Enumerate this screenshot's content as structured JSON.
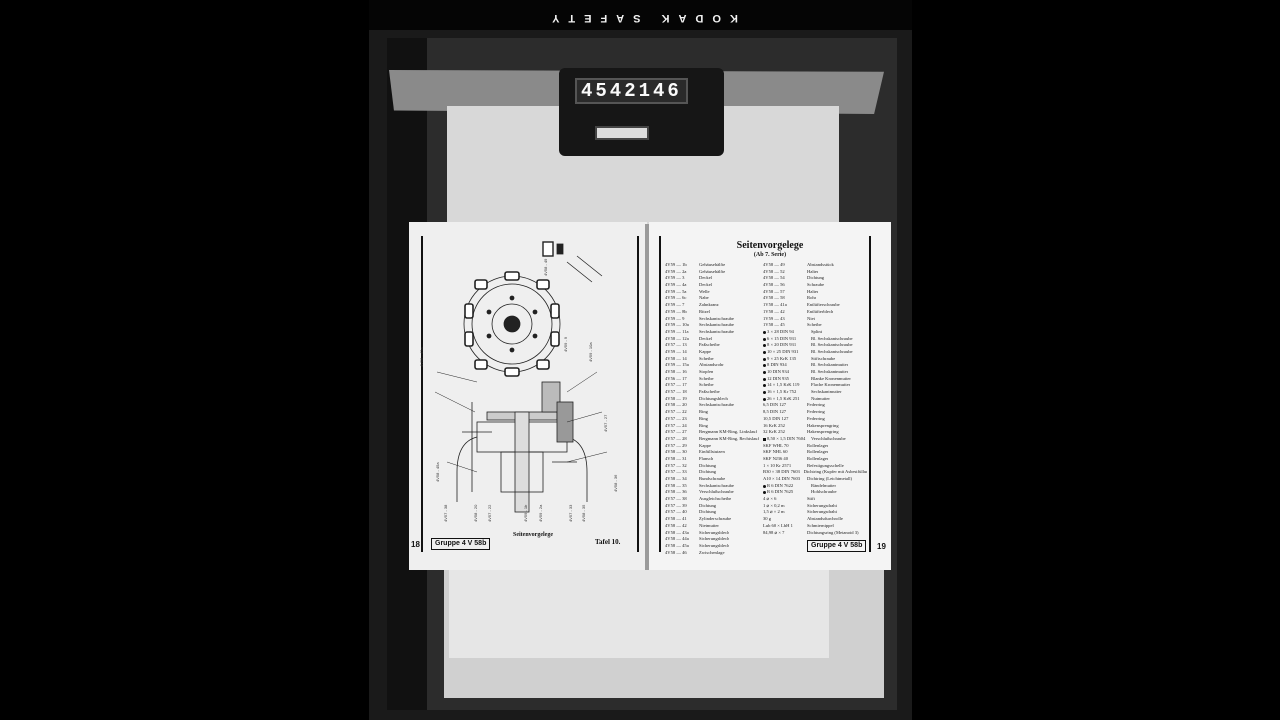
{
  "film": {
    "edge_print": "KODAK SAFETY",
    "frame_counter": "4542146"
  },
  "left_page": {
    "page_number": "18",
    "group_label": "Gruppe 4 V 58b",
    "diagram_caption": "Seitenvorgelege",
    "plate_label": "Tafel 10."
  },
  "right_page": {
    "page_number": "19",
    "group_label": "Gruppe 4 V 58b",
    "title": "Seitenvorgelege",
    "subtitle": "(Ab 7. Serie)",
    "parts_left": [
      {
        "code": "4V59 — 1b",
        "desc": "Gehäusehälfte"
      },
      {
        "code": "4V59 — 2a",
        "desc": "Gehäusehälfte"
      },
      {
        "code": "4V59 — 3",
        "desc": "Deckel"
      },
      {
        "code": "4V59 — 4a",
        "desc": "Deckel"
      },
      {
        "code": "4V59 — 5a",
        "desc": "Welle"
      },
      {
        "code": "4V59 — 6c",
        "desc": "Nabe"
      },
      {
        "code": "4V59 — 7",
        "desc": "Zahnkranz"
      },
      {
        "code": "4V59 — 8b",
        "desc": "Ritzel"
      },
      {
        "code": "4V59 — 9",
        "desc": "Sechskantschraube"
      },
      {
        "code": "4V59 — 10a",
        "desc": "Sechskantschraube"
      },
      {
        "code": "4V59 — 11a",
        "desc": "Sechskantschraube"
      },
      {
        "code": "4V58 — 12a",
        "desc": "Deckel"
      },
      {
        "code": "4V57 — 13",
        "desc": "Paßscheibe"
      },
      {
        "code": "4V59 — 14",
        "desc": "Kappe"
      },
      {
        "code": "4V58 — 14",
        "desc": "Scheibe"
      },
      {
        "code": "4V59 — 15a",
        "desc": "Abstandsrohr"
      },
      {
        "code": "4V58 — 16",
        "desc": "Stopfen"
      },
      {
        "code": "4V56 — 17",
        "desc": "Scheibe"
      },
      {
        "code": "4V57 — 17",
        "desc": "Scheibe"
      },
      {
        "code": "4V57 — 18",
        "desc": "Paßscheibe"
      },
      {
        "code": "4V58 — 19",
        "desc": "Dichtungsblech"
      },
      {
        "code": "4V58 — 20",
        "desc": "Sechskantschraube"
      },
      {
        "code": "4V57 — 22",
        "desc": "Ring"
      },
      {
        "code": "4V57 — 23",
        "desc": "Ring"
      },
      {
        "code": "4V57 — 24",
        "desc": "Ring"
      },
      {
        "code": "4V57 — 27",
        "desc": "Bergmann KM-Ring, Linkslauf"
      },
      {
        "code": "4V57 — 28",
        "desc": "Bergmann KM-Ring, Rechtslauf"
      },
      {
        "code": "4V57 — 29",
        "desc": "Kappe"
      },
      {
        "code": "4V58 — 30",
        "desc": "Einfüllstutzen"
      },
      {
        "code": "4V58 — 31",
        "desc": "Flansch"
      },
      {
        "code": "4V57 — 32",
        "desc": "Dichtung"
      },
      {
        "code": "4V57 — 33",
        "desc": "Dichtung"
      },
      {
        "code": "4V58 — 34",
        "desc": "Bundschraube"
      },
      {
        "code": "4V58 — 35",
        "desc": "Sechskantschraube"
      },
      {
        "code": "4V58 — 36",
        "desc": "Verschlußschraube"
      },
      {
        "code": "4V57 — 38",
        "desc": "Ausgleichscheibe"
      },
      {
        "code": "4V57 — 39",
        "desc": "Dichtung"
      },
      {
        "code": "4V57 — 40",
        "desc": "Dichtung"
      },
      {
        "code": "4V58 — 41",
        "desc": "Zylinderschraube"
      },
      {
        "code": "4V58 — 42",
        "desc": "Nietmutter"
      },
      {
        "code": "4V58 — 43a",
        "desc": "Sicherungsblech"
      },
      {
        "code": "4V58 — 44a",
        "desc": "Sicherungsblech"
      },
      {
        "code": "4V58 — 45a",
        "desc": "Sicherungsblech"
      },
      {
        "code": "4V58 — 46",
        "desc": "Zwischenlage"
      }
    ],
    "parts_right": [
      {
        "mark": "",
        "code": "4V58 — 49",
        "desc": "Abstandsstück"
      },
      {
        "mark": "",
        "code": "4V58 — 52",
        "desc": "Halter"
      },
      {
        "mark": "",
        "code": "4V58 — 54",
        "desc": "Dichtung"
      },
      {
        "mark": "",
        "code": "4V58 — 56",
        "desc": "Schraube"
      },
      {
        "mark": "",
        "code": "4V58 — 57",
        "desc": "Halter"
      },
      {
        "mark": "",
        "code": "4V58 — 58",
        "desc": "Rohr"
      },
      {
        "mark": "",
        "code": "1V58 — 41a",
        "desc": "Entlüfterschraube"
      },
      {
        "mark": "",
        "code": "1V58 — 42",
        "desc": "Entlüfterblech"
      },
      {
        "mark": "",
        "code": "1V59 — 43",
        "desc": "Niet"
      },
      {
        "mark": "",
        "code": "1V58 — 45",
        "desc": "Scheibe"
      },
      {
        "mark": "dot",
        "code": "3 × 28 DIN 94",
        "desc": "Splint"
      },
      {
        "mark": "dot",
        "code": "6 × 15 DIN 931",
        "desc": "Bl. Sechskantschraube"
      },
      {
        "mark": "dot",
        "code": "8 × 20 DIN 931",
        "desc": "Bl. Sechskantschraube"
      },
      {
        "mark": "dot",
        "code": "10 × 25 DIN 931",
        "desc": "Bl. Sechskantschraube"
      },
      {
        "mark": "dot",
        "code": "9 × 25 KrK 135",
        "desc": "Stiftschraube"
      },
      {
        "mark": "dot",
        "code": "8 DIN 934",
        "desc": "Bl. Sechskantmutter"
      },
      {
        "mark": "dot",
        "code": "10 DIN 934",
        "desc": "Bl. Sechskantmutter"
      },
      {
        "mark": "dot",
        "code": "12 DIN 935",
        "desc": "Blanke Kronenmutter"
      },
      {
        "mark": "dot",
        "code": "14 × 1,5 KrK 119",
        "desc": "Flache Kronenmutter"
      },
      {
        "mark": "dot",
        "code": "16 × 1,5 Kr 752",
        "desc": "Sechskantmutter"
      },
      {
        "mark": "dot",
        "code": "26 × 1,5 KrK 251",
        "desc": "Nutmutter"
      },
      {
        "mark": "",
        "code": "6,5 DIN 127",
        "desc": "Federring"
      },
      {
        "mark": "",
        "code": "8,5 DIN 127",
        "desc": "Federring"
      },
      {
        "mark": "",
        "code": "10,5 DIN 127",
        "desc": "Federring"
      },
      {
        "mark": "",
        "code": "16 KrK 252",
        "desc": "Hakensprengring"
      },
      {
        "mark": "",
        "code": "32 KrK 252",
        "desc": "Hakensprengring"
      },
      {
        "mark": "square",
        "code": "8,50 × 1,5 DIN 7604",
        "desc": "Verschlußschraube"
      },
      {
        "mark": "",
        "code": "SKF WHL 70",
        "desc": "Rollenlager"
      },
      {
        "mark": "",
        "code": "SKF NHL 60",
        "desc": "Rollenlager"
      },
      {
        "mark": "",
        "code": "SKF NJ36 40",
        "desc": "Rollenlager"
      },
      {
        "mark": "",
        "code": "1 × 10 Kr 2571",
        "desc": "Befestigungsschelle"
      },
      {
        "mark": "",
        "code": "B30 × 38 DIN 7603",
        "desc": "Dichtring (Kupfer mit Asbestfüllung)"
      },
      {
        "mark": "",
        "code": "A10 × 14 DIN 7603",
        "desc": "Dichtring (Leichtmetall)"
      },
      {
        "mark": "dot",
        "code": "R 6 DIN 7622",
        "desc": "Rändelmutter"
      },
      {
        "mark": "dot",
        "code": "R 6 DIN 7625",
        "desc": "Hohlschraube"
      },
      {
        "mark": "",
        "code": "4 ⌀ × 6",
        "desc": "Stift"
      },
      {
        "mark": "",
        "code": "1 ⌀ × 0,2 m",
        "desc": "Sicherungsdraht"
      },
      {
        "mark": "",
        "code": "1,5 ⌀ × 2 m",
        "desc": "Sicherungsdraht"
      },
      {
        "mark": "",
        "code": "30 g",
        "desc": "Abstandsdurchrolle"
      },
      {
        "mark": "",
        "code": "Lub 60 × LbH 1",
        "desc": "Schmiernippel"
      },
      {
        "mark": "",
        "code": "84,98 ⌀ × 7",
        "desc": "Dichtungsring (Metanoid 3)"
      }
    ]
  }
}
